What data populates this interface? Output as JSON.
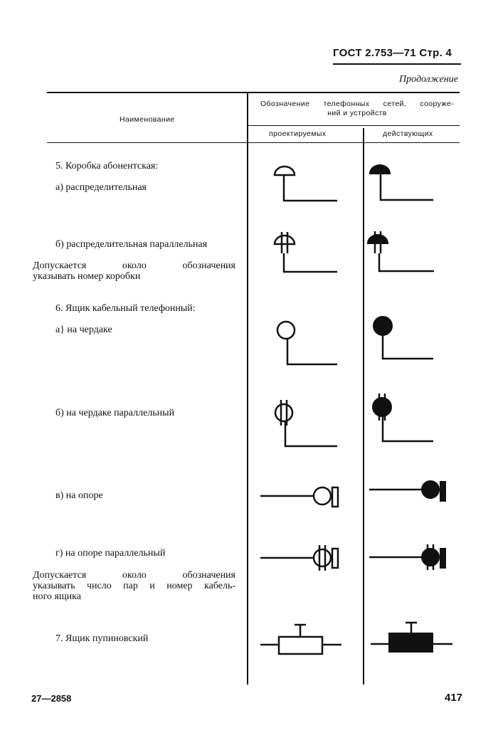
{
  "header": {
    "title": "ГОСТ 2.753—71 Стр. 4",
    "continued": "Продолжение"
  },
  "table": {
    "col_name": "Наименование",
    "col_designation": "Обозначение телефонных сетей, сооружений и устройств",
    "col_designation_line1": "Обозначение телефонных сетей, сооруже-",
    "col_designation_line2": "ний и устройств",
    "col_designed": "проектируемых",
    "col_existing": "действующих"
  },
  "rows": [
    {
      "text": "5. Коробка абонентская:"
    },
    {
      "text": "а) распределительная",
      "symbol": "distribution-box"
    },
    {
      "text": "б) распределительная параллельная",
      "symbol": "distribution-box-parallel"
    },
    {
      "note": "Допускается около обозначения указывать номер коробки",
      "note_line1": "Допускается около обозначения",
      "note_line2": "указывать номер коробки"
    },
    {
      "text": "6. Ящик кабельный телефонный:"
    },
    {
      "text": "а} на чердаке",
      "symbol": "cable-box-attic"
    },
    {
      "text": "б) на чердаке параллельный",
      "symbol": "cable-box-attic-parallel"
    },
    {
      "text": "в) на опоре",
      "symbol": "cable-box-pole"
    },
    {
      "text": "г) на опоре параллельный",
      "symbol": "cable-box-pole-parallel"
    },
    {
      "note": "Допускается около обозначения указывать число пар и номер кабельного ящика",
      "note_line1": "Допускается около обозначения",
      "note_line2": "указывать число пар и номер кабель-",
      "note_line3": "ного ящика"
    },
    {
      "text": "7. Ящик пупиновский",
      "symbol": "pupin-box"
    }
  ],
  "footer": {
    "left": "27—2858",
    "page": "417"
  }
}
